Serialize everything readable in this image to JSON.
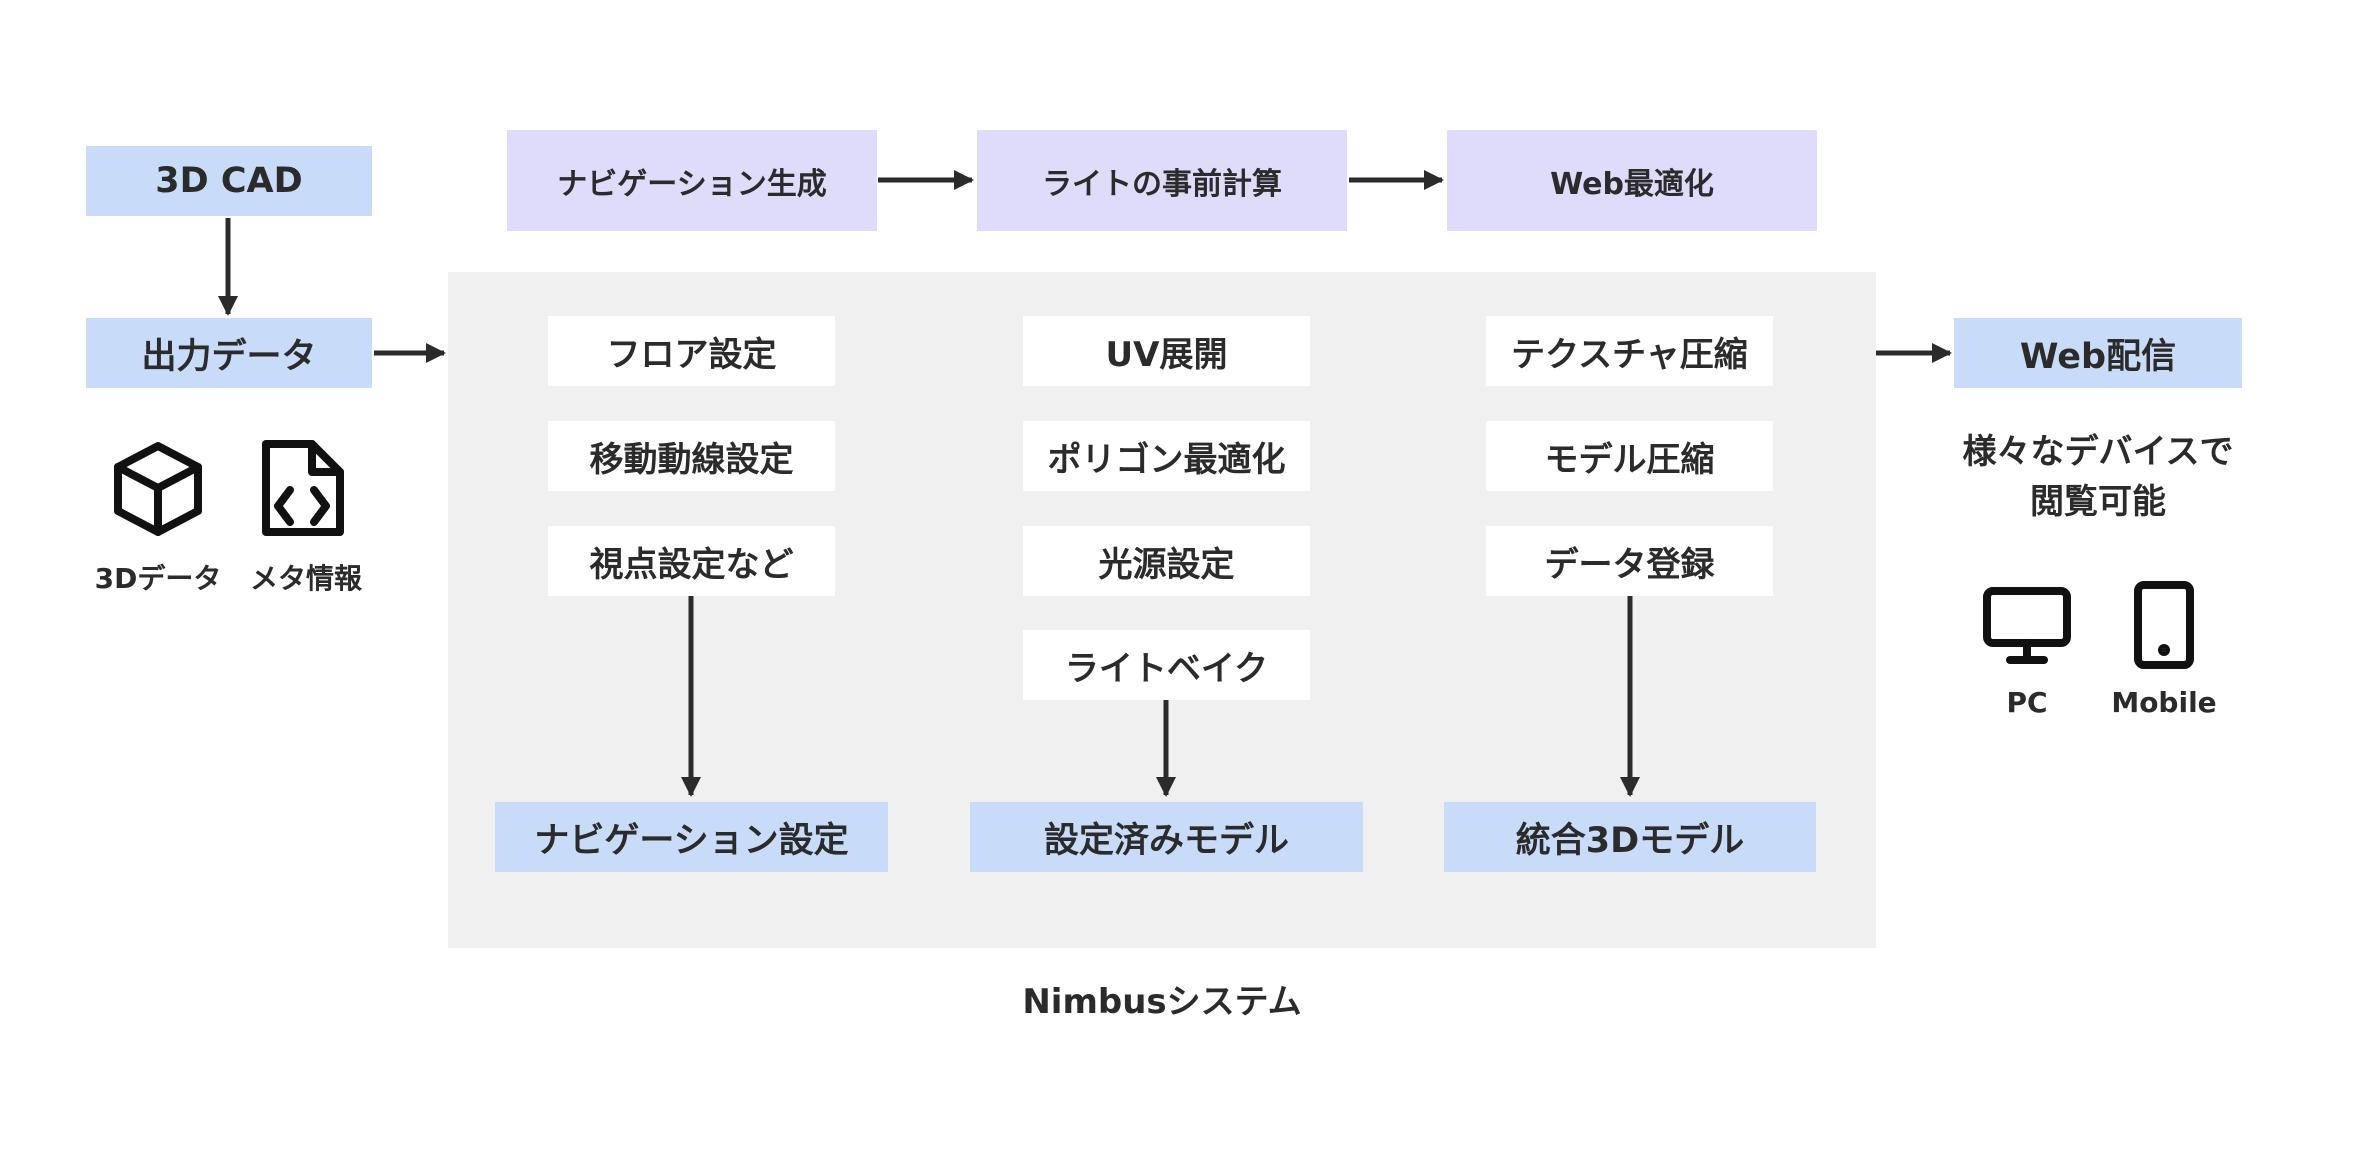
{
  "source": {
    "cad": "3D CAD",
    "output": "出力データ",
    "icon_3d_label": "3Dデータ",
    "icon_meta_label": "メタ情報"
  },
  "pipeline": {
    "navigation_gen": "ナビゲーション生成",
    "light_precalc": "ライトの事前計算",
    "web_opt": "Web最適化"
  },
  "nimbus": {
    "caption": "Nimbusシステム",
    "col1": {
      "items": [
        "フロア設定",
        "移動動線設定",
        "視点設定など"
      ],
      "result": "ナビゲーション設定"
    },
    "col2": {
      "items": [
        "UV展開",
        "ポリゴン最適化",
        "光源設定",
        "ライトベイク"
      ],
      "result": "設定済みモデル"
    },
    "col3": {
      "items": [
        "テクスチャ圧縮",
        "モデル圧縮",
        "データ登録"
      ],
      "result": "統合3Dモデル"
    }
  },
  "delivery": {
    "title": "Web配信",
    "desc_line1": "様々なデバイスで",
    "desc_line2": "閲覧可能",
    "pc_label": "PC",
    "mobile_label": "Mobile"
  },
  "colors": {
    "blue_box": "#c8dcfa",
    "purple_box": "#dfdbfb",
    "panel": "#f0f0f0",
    "ink": "#2b2b2b"
  }
}
